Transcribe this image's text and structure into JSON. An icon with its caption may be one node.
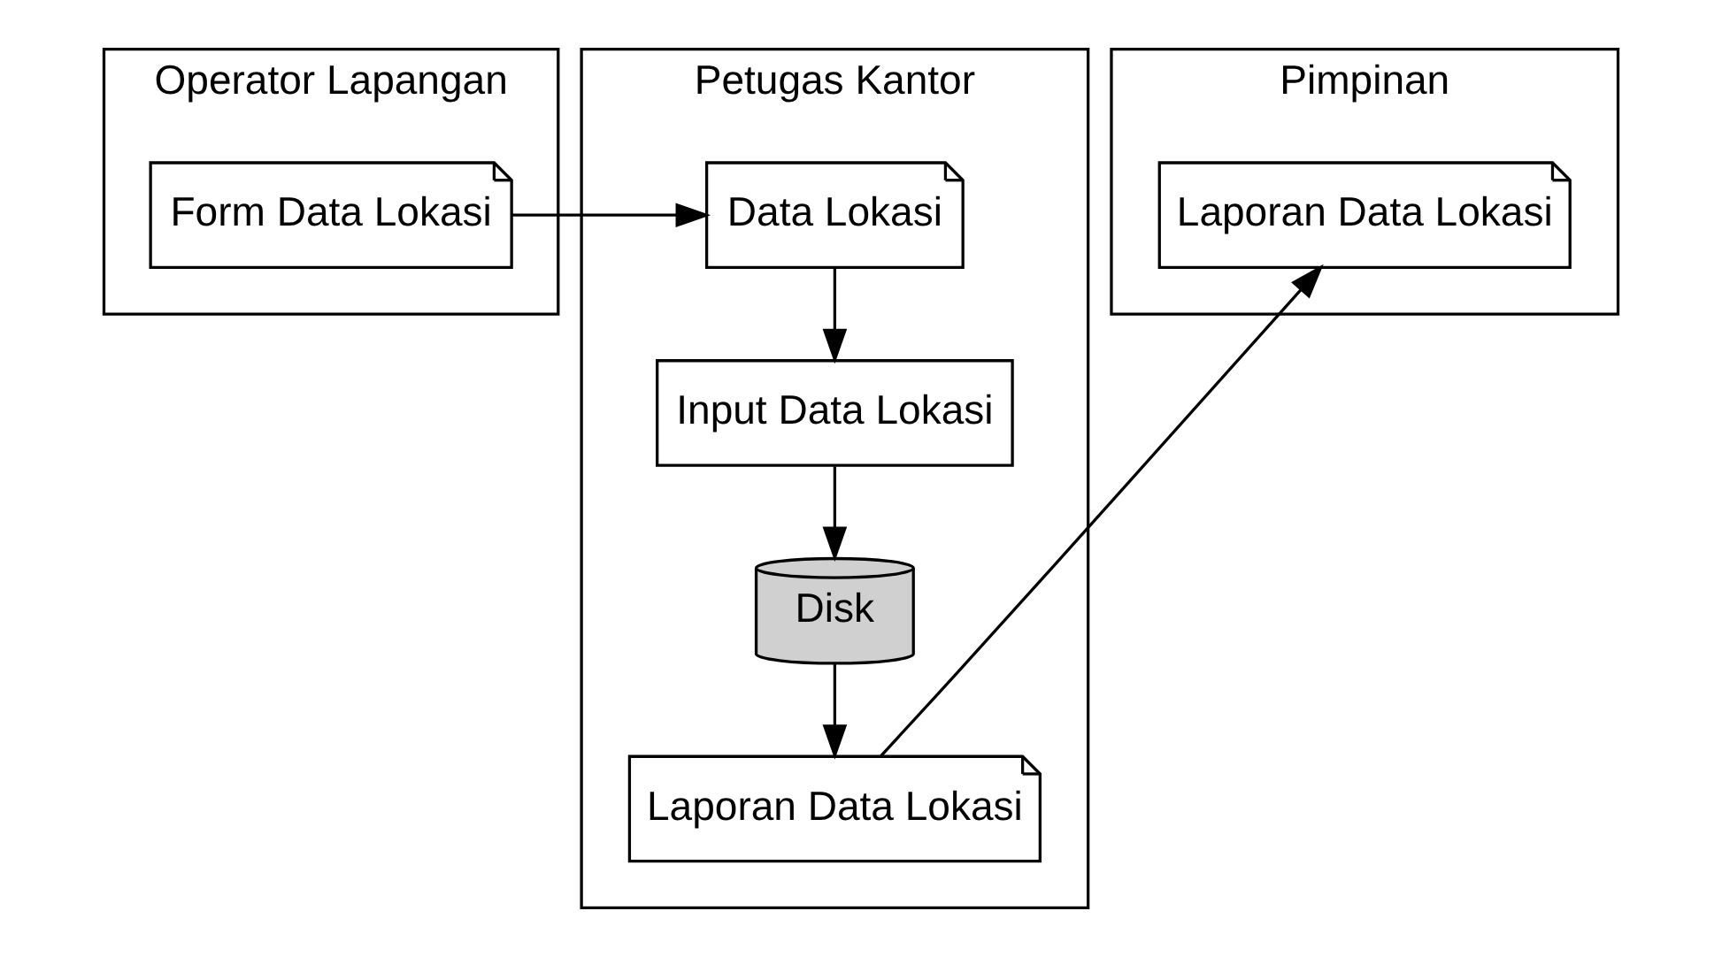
{
  "diagram": {
    "nodes": [
      {
        "text": [
          "Operator Lapangan"
        ]
      },
      {
        "text": [
          "Form Data Lokasi"
        ],
        "in": 0
      },
      {
        "text": [
          "Petugas Kantor"
        ]
      },
      {
        "text": [
          "Data Lokasi"
        ],
        "in": 2
      },
      {
        "text": [
          "Input Data Lokasi"
        ],
        "in": 2
      },
      {
        "text": [
          "Disk"
        ],
        "in": 2
      },
      {
        "text": [
          "Laporan Data Lokasi"
        ],
        "in": 2
      },
      {
        "text": [
          "Pimpinan"
        ]
      },
      {
        "text": [
          "Laporan Data Lokasi"
        ],
        "in": 7
      }
    ],
    "edges": [
      {
        "from": 1,
        "to": 3,
        "arrow": "to"
      },
      {
        "from": 3,
        "to": 4,
        "arrow": "to"
      },
      {
        "from": 4,
        "to": 5,
        "arrow": "to"
      },
      {
        "from": 5,
        "to": 6,
        "arrow": "to"
      },
      {
        "from": 6,
        "to": 8,
        "arrow": "to"
      }
    ]
  }
}
